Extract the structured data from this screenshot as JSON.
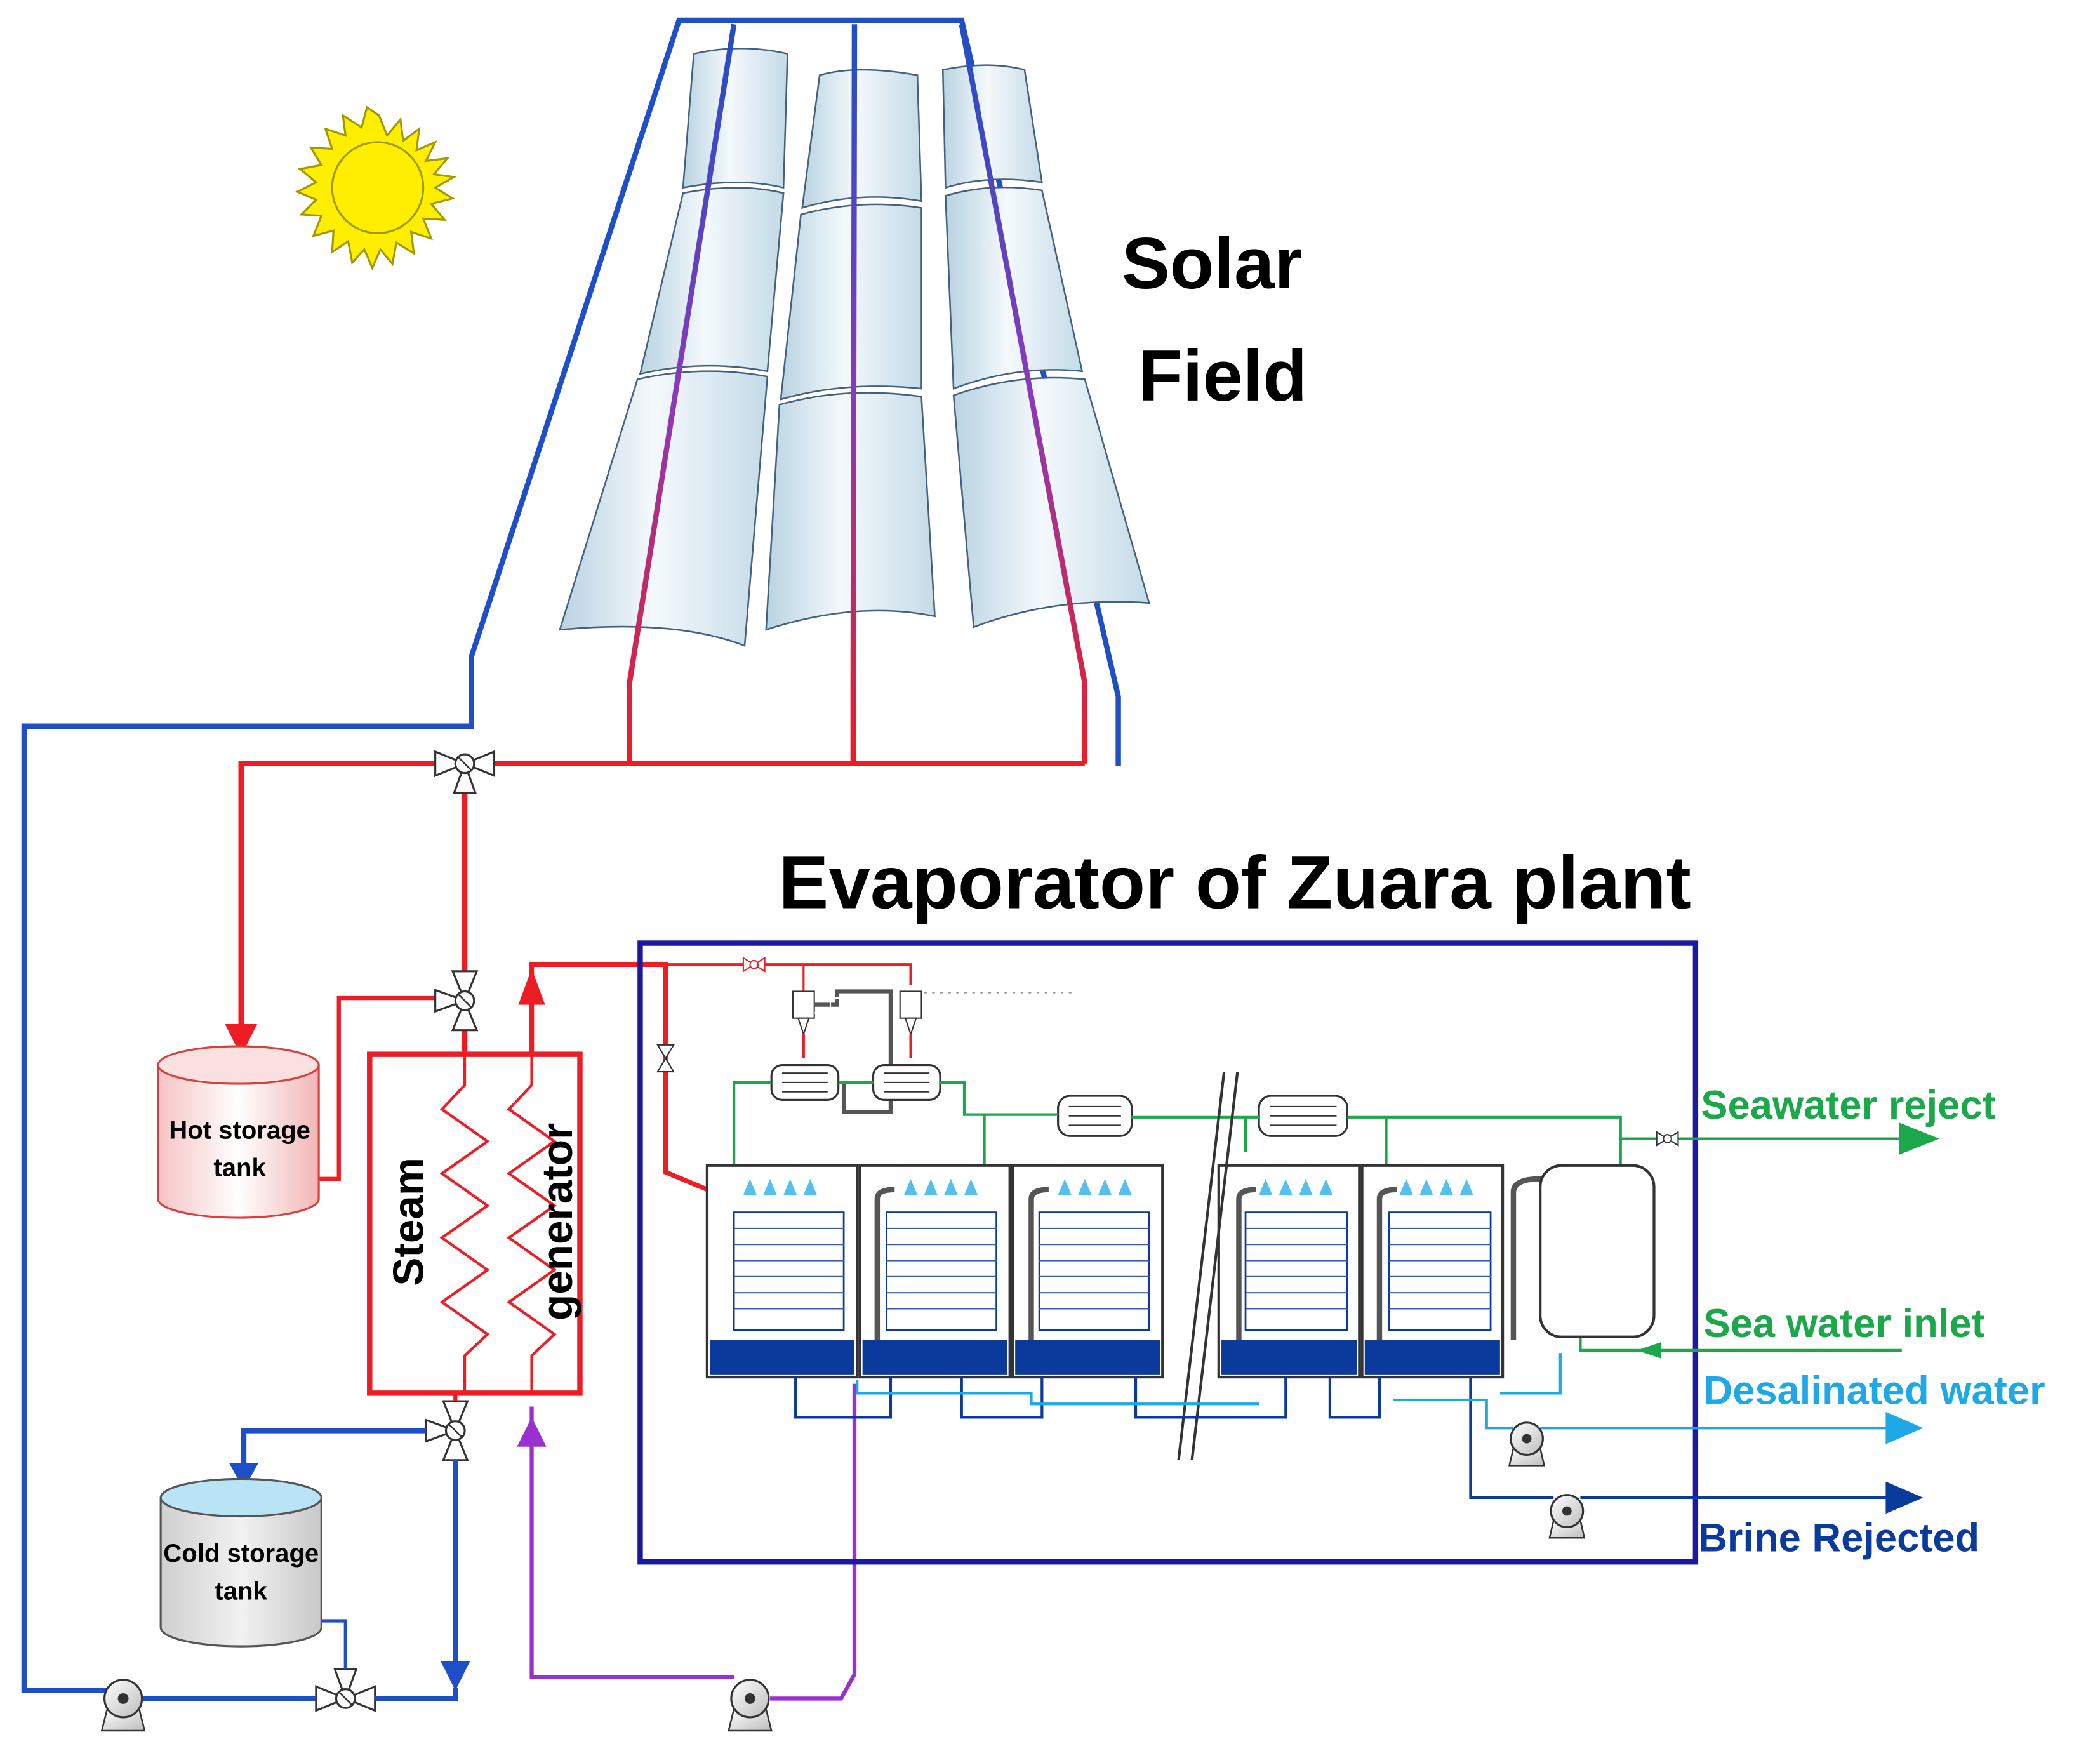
{
  "labels": {
    "solar_line1": "Solar",
    "solar_line2": "Field",
    "evaporator_title": "Evaporator of Zuara plant",
    "hot_tank_line1": "Hot storage",
    "hot_tank_line2": "tank",
    "cold_tank_line1": "Cold storage",
    "cold_tank_line2": "tank",
    "steam": "Steam",
    "generator": "generator",
    "seawater_reject": "Seawater reject",
    "sea_water_inlet": "Sea water inlet",
    "desalinated_water": "Desalinated water",
    "brine_rejected": "Brine Rejected"
  },
  "colors": {
    "hot_line": "#ee1c24",
    "cold_line": "#1f4fc8",
    "purple_line": "#9b30d0",
    "seawater_green": "#1aa84a",
    "desalinated_blue": "#1ea8e6",
    "brine_blue": "#0a3a9c",
    "evaporator_frame": "#1a1aa0",
    "sun_yellow": "#ffee00"
  }
}
